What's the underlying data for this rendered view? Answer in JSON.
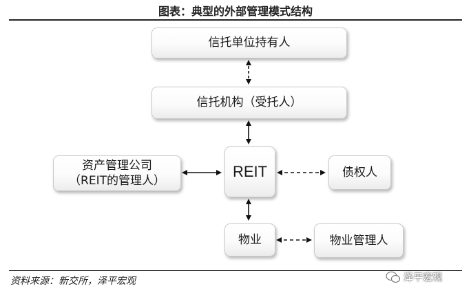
{
  "title": "图表：典型的外部管理模式结构",
  "nodes": {
    "trust_unit_holders": "信托单位持有人",
    "trust_institution": "信托机构（受托人）",
    "asset_manager_line1": "资产管理公司",
    "asset_manager_line2": "（REIT的管理人）",
    "reit": "REIT",
    "creditor": "债权人",
    "property": "物业",
    "property_manager": "物业管理人"
  },
  "source": "资料来源：新交所，泽平宏观",
  "watermark": "泽平宏观"
}
